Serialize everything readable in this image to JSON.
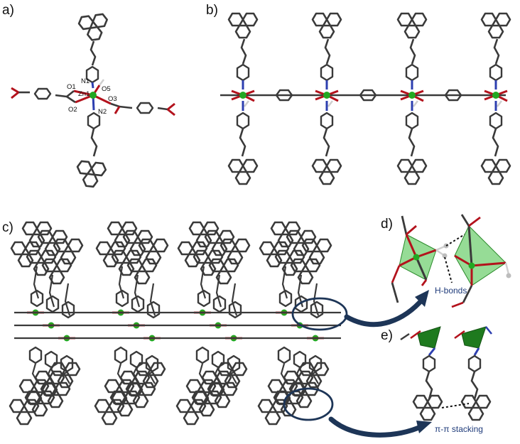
{
  "panels": {
    "a": "a)",
    "b": "b)",
    "c": "c)",
    "d": "d)",
    "e": "e)"
  },
  "atom_labels": {
    "N1": "N1",
    "Zn1": "Zn1",
    "O1": "O1",
    "O2": "O2",
    "O3": "O3",
    "O5": "O5",
    "N2": "N2"
  },
  "annotations": {
    "hbonds": "H-bonds",
    "stacking": "π-π stacking"
  },
  "colors": {
    "bond": "#3a3a3a",
    "oxygen": "#b3121c",
    "nitrogen": "#2d3fb0",
    "zinc": "#22a822",
    "polyhedron": "#3fbf3f",
    "ellipse": "#1d3557",
    "hydrogen": "#cfcfcf"
  }
}
